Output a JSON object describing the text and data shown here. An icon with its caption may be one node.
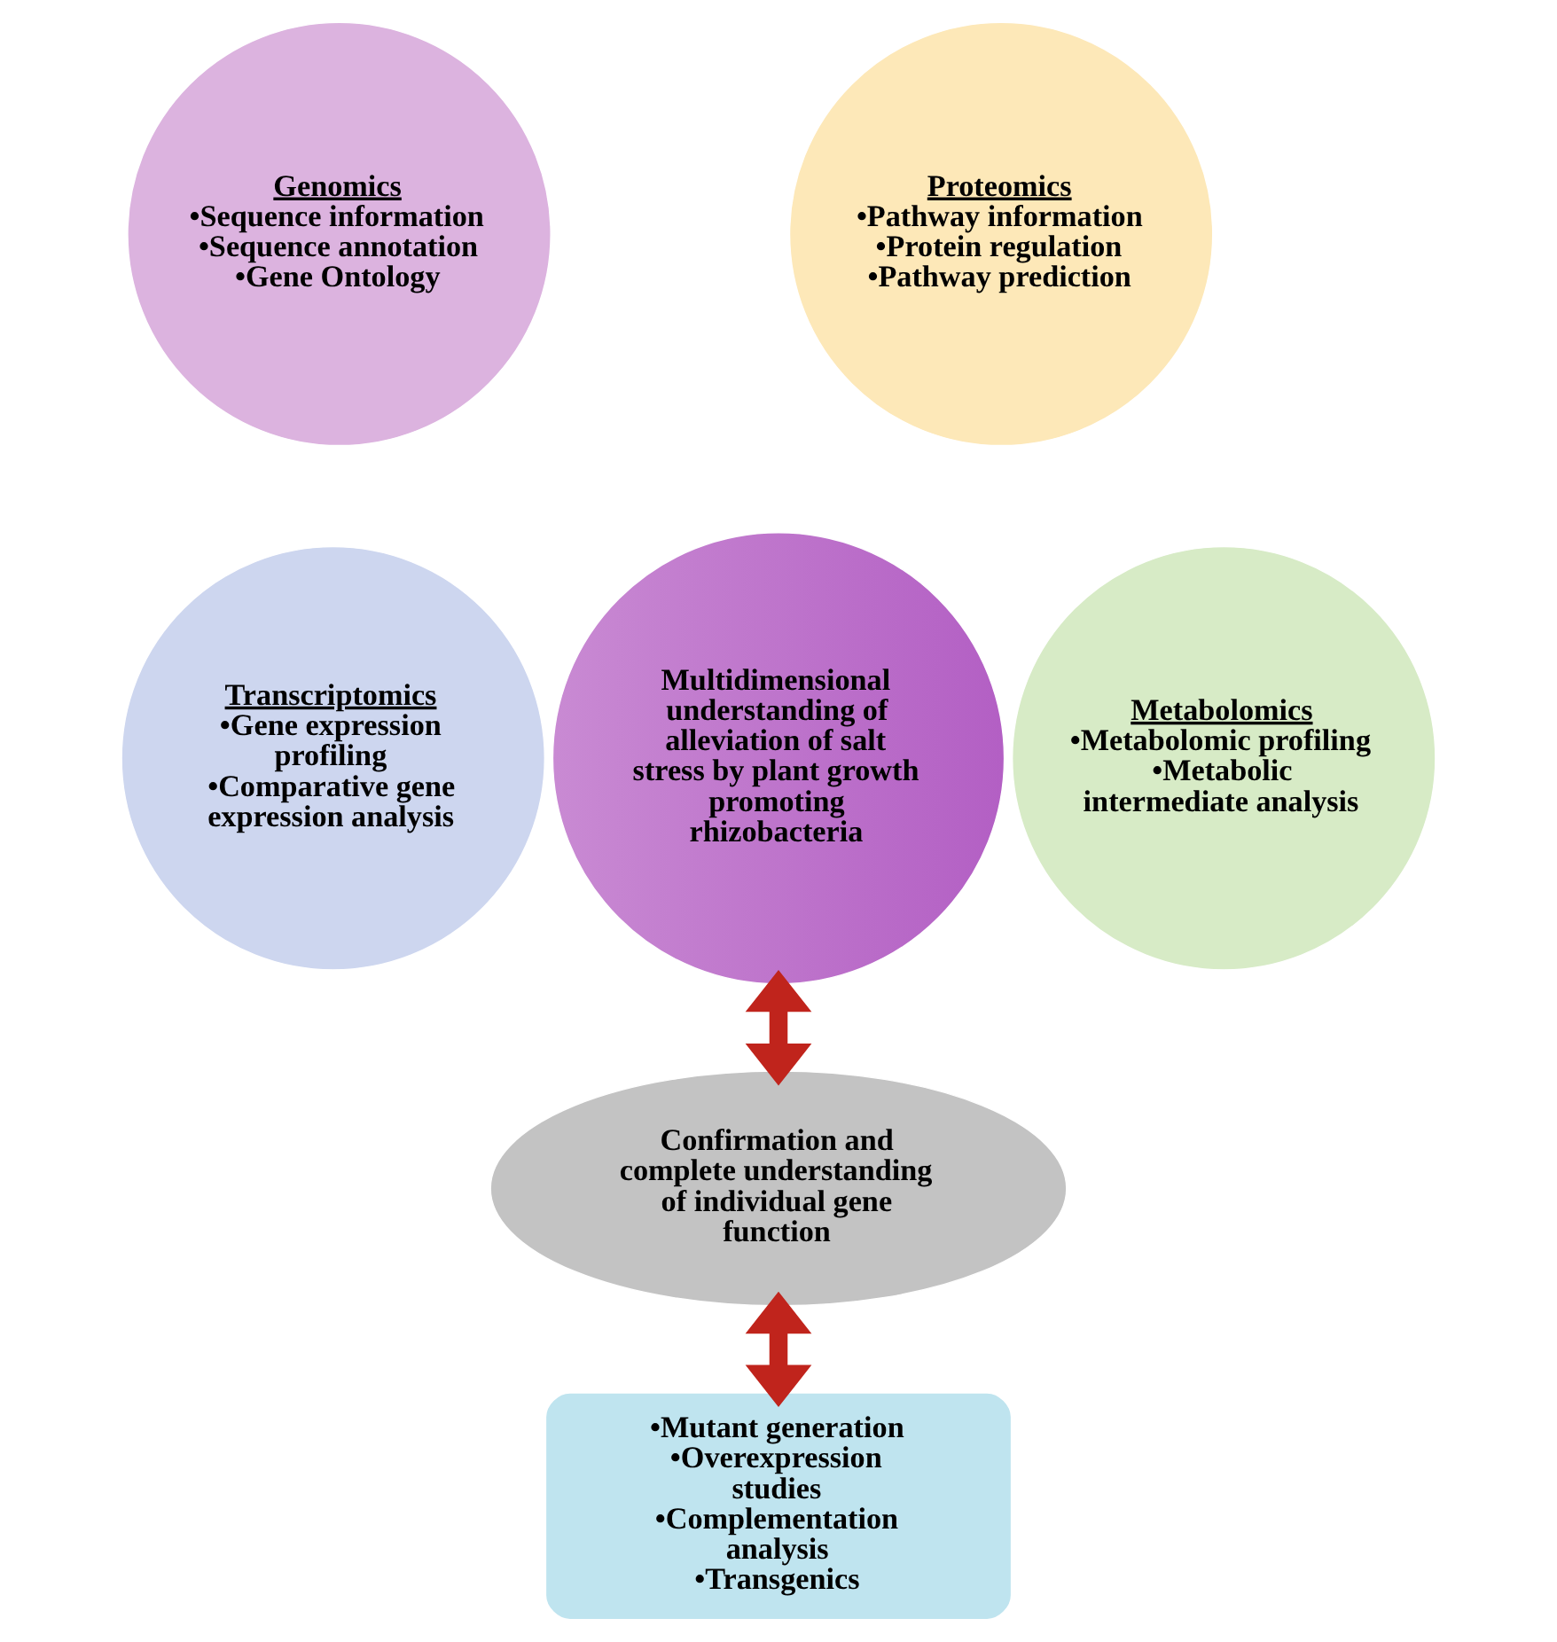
{
  "diagram": {
    "nodes": [
      {
        "text": [
          "Genomics",
          "•Sequence information",
          "•Sequence annotation",
          "•Gene Ontology"
        ]
      },
      {
        "text": [
          "Proteomics",
          "•Pathway information",
          "•Protein regulation",
          "•Pathway prediction"
        ]
      },
      {
        "text": [
          "Transcriptomics",
          "•Gene expression profiling",
          "•Comparative gene expression analysis"
        ]
      },
      {
        "text": [
          "Multidimensional understanding of alleviation of salt stress by plant growth promoting rhizobacteria"
        ]
      },
      {
        "text": [
          "Metabolomics",
          "•Metabolomic profiling",
          "•Metabolic intermediate analysis"
        ]
      },
      {
        "text": [
          "Confirmation and complete understanding of individual gene function"
        ]
      },
      {
        "text": [
          "•Mutant generation",
          "•Overexpression studies",
          "•Complementation analysis",
          "•Transgenics"
        ]
      }
    ],
    "edges": [
      {
        "from": 3,
        "to": 5,
        "arrow": "both"
      },
      {
        "from": 5,
        "to": 6,
        "arrow": "both"
      }
    ]
  }
}
